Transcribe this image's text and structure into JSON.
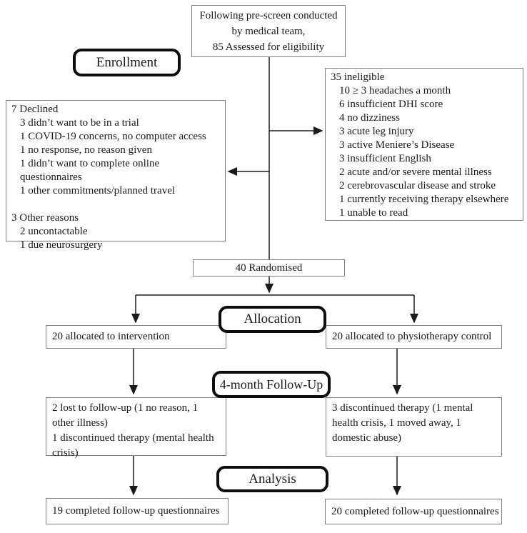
{
  "stages": {
    "enrollment": "Enrollment",
    "allocation": "Allocation",
    "follow_up": "4-month Follow-Up",
    "analysis": "Analysis"
  },
  "eligibility": {
    "lines": [
      "Following pre-screen conducted",
      "by medical team,",
      "85 Assessed for eligibility"
    ]
  },
  "declined": {
    "groups": [
      {
        "header": "7 Declined",
        "items": [
          "3 didn’t want to be in a trial",
          "1 COVID-19 concerns, no computer access",
          "1 no response, no reason given",
          "1 didn’t want to complete online questionnaires",
          "1 other commitments/planned travel"
        ]
      },
      {
        "header": "3 Other reasons",
        "items": [
          "2 uncontactable",
          "1 due neurosurgery"
        ]
      }
    ]
  },
  "ineligible": {
    "header": "35 ineligible",
    "items": [
      "10 ≥ 3 headaches a month",
      "6 insufficient DHI score",
      "4 no dizziness",
      "3 acute leg injury",
      "3 active Meniere’s Disease",
      "3 insufficient English",
      "2 acute and/or severe mental illness",
      "2 cerebrovascular disease and stroke",
      "1 currently receiving therapy elsewhere",
      "1 unable to read"
    ]
  },
  "randomised": "40 Randomised",
  "allocation": {
    "left": "20 allocated to intervention",
    "right": "20 allocated to physiotherapy control"
  },
  "follow_up": {
    "left_lines": [
      "2 lost to follow-up (1 no reason, 1 other illness)",
      "1 discontinued therapy (mental health crisis)"
    ],
    "right_lines": [
      "3 discontinued therapy (1 mental health crisis, 1 moved away, 1 domestic abuse)"
    ]
  },
  "analysis": {
    "left": "19 completed follow-up questionnaires",
    "right": "20 completed follow-up questionnaires"
  },
  "colors": {
    "background": "#ffffff",
    "text": "#1a1a1a",
    "box_border": "#7f7f7f",
    "stage_border": "#0d0d0d",
    "connector": "#1a1a1a"
  }
}
